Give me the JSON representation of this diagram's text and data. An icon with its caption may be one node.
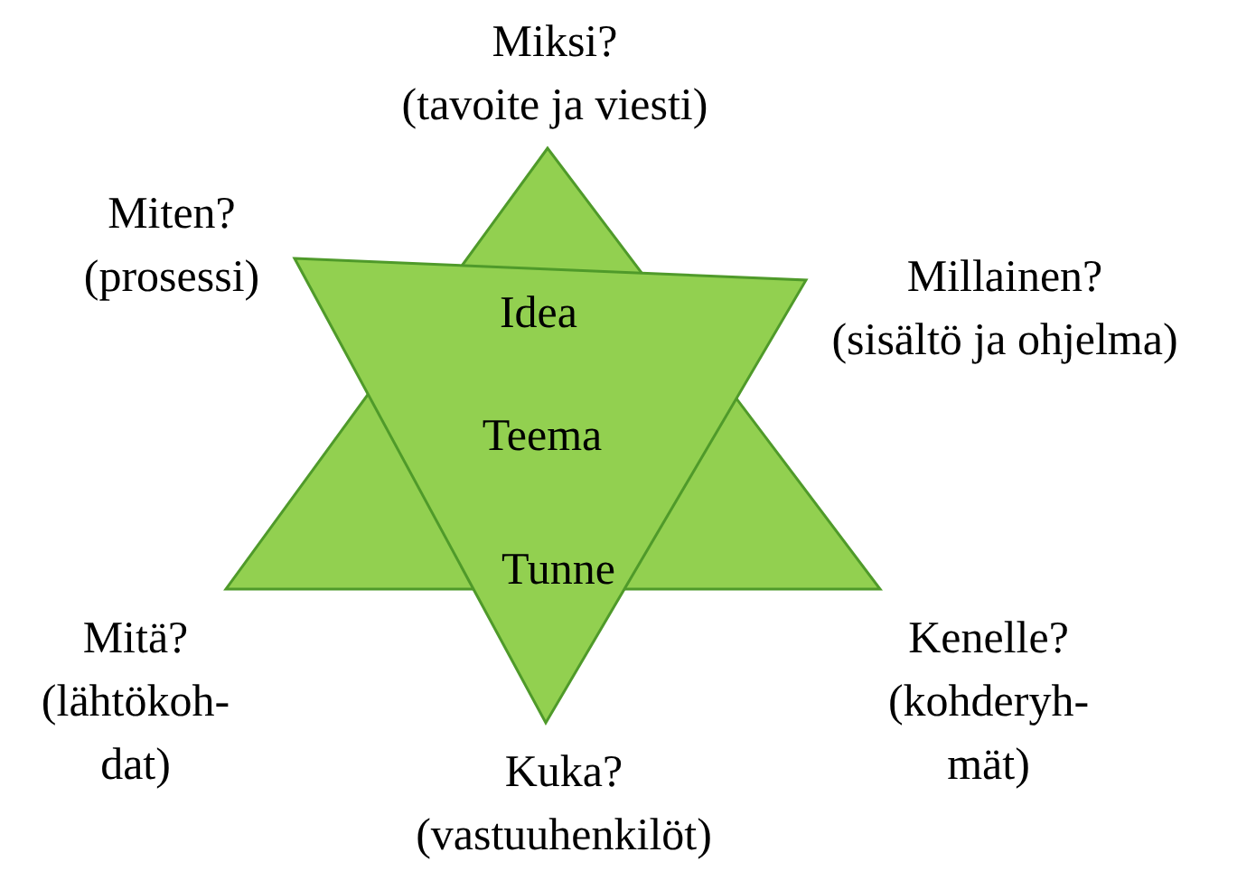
{
  "diagram": {
    "nodes": [
      {
        "text": [],
        "shape": "triangle"
      },
      {
        "text": [
          "Idea",
          "Teema",
          "Tunne"
        ]
      }
    ],
    "edges": [],
    "labels": [
      "Miksi? (tavoite ja viesti)",
      "Miten? (prosessi)",
      "Millainen? (sisältö ja ohjelma)",
      "Mitä? (lähtökoh- dat)",
      "Kenelle? (kohderyh- mät)",
      "Kuka? (vastuuhenkilöt)"
    ]
  }
}
